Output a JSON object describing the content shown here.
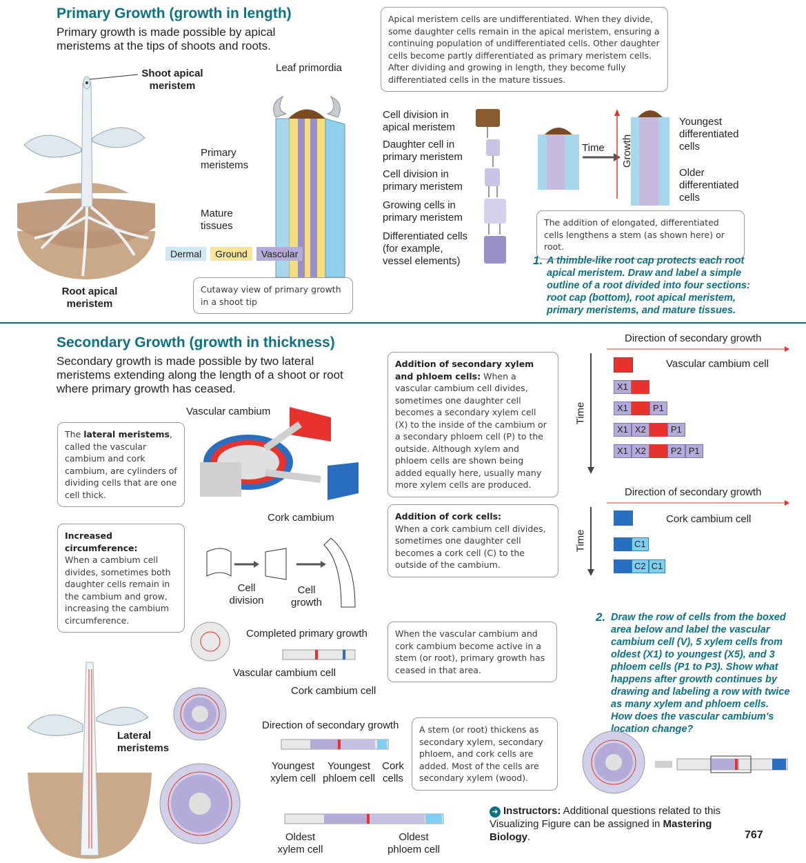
{
  "primary": {
    "title": "Primary Growth (growth in length)",
    "intro": "Primary growth is made possible by apical meristems at the tips of shoots and roots.",
    "shoot_apical": "Shoot apical meristem",
    "root_apical": "Root apical meristem",
    "leaf_primordia": "Leaf primordia",
    "primary_meristems": "Primary meristems",
    "mature_tissues": "Mature tissues",
    "legend": [
      "Dermal",
      "Ground",
      "Vascular"
    ],
    "cutaway_note": "Cutaway view of primary growth in a shoot tip",
    "apical_note": "Apical meristem cells are undifferentiated. When they divide, some daughter cells remain in the apical meristem, ensuring a continuing population of undifferentiated cells. Other daughter cells become partly differentiated as primary meristem cells. After dividing and growing in length, they become fully differentiated cells in the mature tissues.",
    "stages": [
      "Cell division in apical meristem",
      "Daughter cell in primary meristem",
      "Cell division in primary meristem",
      "Growing cells in primary meristem",
      "Differentiated cells (for example, vessel elements)"
    ],
    "time": "Time",
    "growth": "Growth",
    "youngest": "Youngest differentiated cells",
    "older": "Older differentiated cells",
    "elong_note": "The addition of elongated, differentiated cells lengthens a stem (as shown here) or root.",
    "q1_num": "1.",
    "q1": "A thimble-like root cap protects each root apical meristem. Draw and label a simple outline of a root divided into four sections: root cap (bottom), root apical meristem, primary meristems, and mature tissues."
  },
  "secondary": {
    "title": "Secondary Growth (growth in thickness)",
    "intro": "Secondary growth is made possible by two lateral meristems extending along the length of a shoot or root where primary growth has ceased.",
    "vascular_cambium": "Vascular cambium",
    "cork_cambium": "Cork cambium",
    "lateral_note_pre": "The ",
    "lateral_note_bold": "lateral meristems",
    "lateral_note_post": ", called the vascular cambium and cork cambium, are cylinders of dividing cells that are one cell thick.",
    "circ_title": "Increased circumference:",
    "circ_body": "When a cambium cell divides, sometimes both daughter cells remain in the cambium and grow, increasing the cambium circumference.",
    "cell_division": "Cell division",
    "cell_growth": "Cell growth",
    "xp_title": "Addition of secondary xylem and phloem cells:",
    "xp_body": "When a vascular cambium cell divides, sometimes one daughter cell becomes a secondary xylem cell (X) to the inside of the cambium or a secondary phloem cell (P) to the outside. Although xylem and phloem cells are shown being added equally here, usually many more xylem cells are produced.",
    "cork_title": "Addition of cork cells:",
    "cork_body": "When a cork cambium cell divides, sometimes one daughter cell becomes a cork cell (C) to the outside of the cambium.",
    "direction": "Direction of secondary growth",
    "vc_cell": "Vascular cambium cell",
    "cc_cell": "Cork cambium cell",
    "time": "Time",
    "rows": [
      [
        "X1"
      ],
      [
        "X1",
        "P1"
      ],
      [
        "X1",
        "X2",
        "P1"
      ],
      [
        "X1",
        "X2",
        "P2",
        "P1"
      ]
    ],
    "cork_rows": [
      [
        "C1"
      ],
      [
        "C2",
        "C1"
      ]
    ],
    "completed_primary": "Completed primary growth",
    "row_vc": "Vascular cambium cell",
    "row_cc": "Cork cambium cell",
    "active_note": "When the vascular cambium and cork cambium become active in a stem (or root), primary growth has ceased in that area.",
    "lateral_meristems": "Lateral meristems",
    "youngest_xylem": "Youngest xylem cell",
    "youngest_phloem": "Youngest phloem cell",
    "cork_cells": "Cork cells",
    "thicken_note": "A stem (or root) thickens as secondary xylem, secondary phloem, and cork cells are added. Most of the cells are secondary xylem (wood).",
    "oldest_xylem": "Oldest xylem cell",
    "oldest_phloem": "Oldest phloem cell",
    "q2_num": "2.",
    "q2": "Draw the row of cells from the boxed area below and label the vascular cambium cell (V), 5 xylem cells from oldest (X1) to youngest (X5), and 3 phloem cells (P1 to P3). Show what happens after growth continues by drawing and labeling a row with twice as many xylem and phloem cells. How does the vascular cambium's location change?",
    "instr_bold": "Instructors:",
    "instr_text": " Additional questions related to this Visualizing Figure can be assigned in ",
    "instr_mb": "Mastering Biology",
    "instr_end": ".",
    "page": "767"
  },
  "colors": {
    "teal": "#0b7285",
    "red": "#e8322d",
    "blue": "#2a6fbf",
    "lavender": "#9a8fc6",
    "brown": "#7a4a22"
  }
}
